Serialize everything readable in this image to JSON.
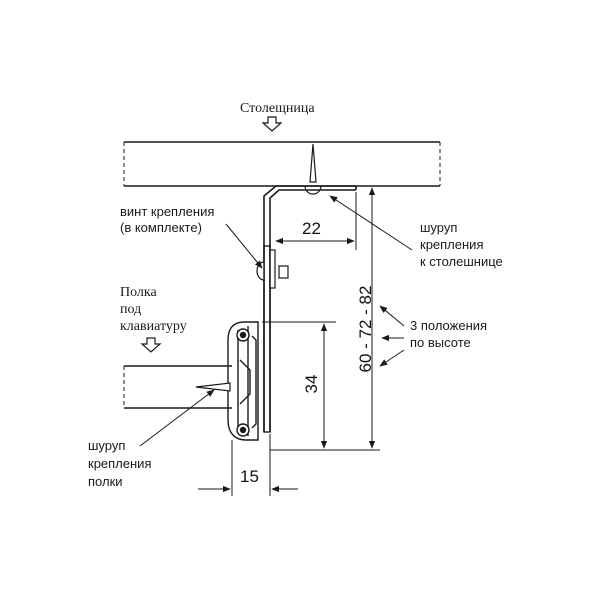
{
  "labels": {
    "tabletop": "Столещница",
    "fixing_screw": "винт крепления",
    "fixing_screw_sub": "(в комплекте)",
    "tabletop_screw_1": "шуруп",
    "tabletop_screw_2": "крепления",
    "tabletop_screw_3": "к столешнице",
    "keyboard_shelf_1": "Полка",
    "keyboard_shelf_2": "под",
    "keyboard_shelf_3": "клавиатуру",
    "positions_1": "3 положения",
    "positions_2": "по высоте",
    "shelf_screw_1": "шуруп",
    "shelf_screw_2": "крепления",
    "shelf_screw_3": "полки"
  },
  "dimensions": {
    "bracket_offset": "22",
    "rail_height": "34",
    "height_options": "60 - 72 - 82",
    "shelf_offset": "15"
  },
  "colors": {
    "line": "#1a1a1a"
  }
}
